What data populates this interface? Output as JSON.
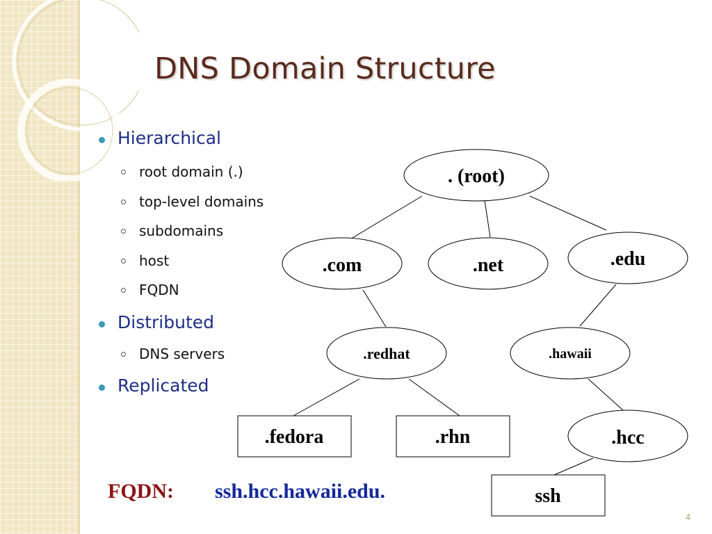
{
  "slide": {
    "title": "DNS Domain Structure",
    "page_number": "4"
  },
  "bullets": {
    "hierarchical": "Hierarchical",
    "root_domain": "root domain (.)",
    "top_level": "top-level domains",
    "subdomains": "subdomains",
    "host": "host",
    "fqdn": "FQDN",
    "distributed": "Distributed",
    "dns_servers": "DNS servers",
    "replicated": "Replicated"
  },
  "tree": {
    "root": ". (root)",
    "com": ".com",
    "net": ".net",
    "edu": ".edu",
    "redhat": ".redhat",
    "hawaii": ".hawaii",
    "fedora": ".fedora",
    "rhn": ".rhn",
    "hcc": ".hcc",
    "ssh": "ssh"
  },
  "fqdn_example": {
    "label": "FQDN:",
    "value": "ssh.hcc.hawaii.edu."
  },
  "colors": {
    "title": "#5a2a1c",
    "level1_bullet_text": "#1f2d86",
    "bullet_dot": "#3a9ab7",
    "fqdn_label": "#8b1414",
    "fqdn_value": "#14289b",
    "decor_strip": "#f1e6c4"
  }
}
